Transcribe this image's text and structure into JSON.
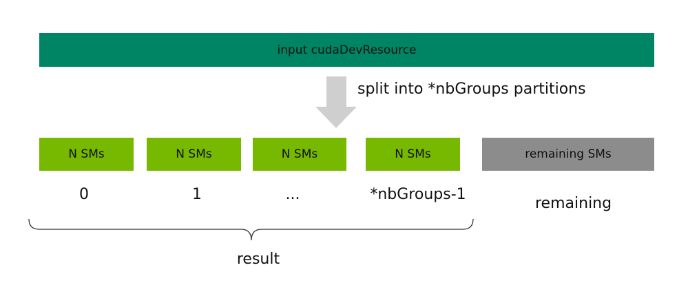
{
  "diagram": {
    "input_label": "input cudaDevResource",
    "split_label": "split into *nbGroups partitions",
    "partitions": [
      {
        "box_label": "N SMs",
        "index_label": "0"
      },
      {
        "box_label": "N SMs",
        "index_label": "1"
      },
      {
        "box_label": "N SMs",
        "index_label": "..."
      },
      {
        "box_label": "N SMs",
        "index_label": "*nbGroups-1"
      }
    ],
    "remaining_box_label": "remaining SMs",
    "remaining_label": "remaining",
    "result_label": "result"
  },
  "colors": {
    "input_bar": "#008564",
    "partition_box": "#76b900",
    "remaining_box": "#8c8c8c",
    "arrow": "#cfcfcf",
    "brace": "#333333"
  }
}
